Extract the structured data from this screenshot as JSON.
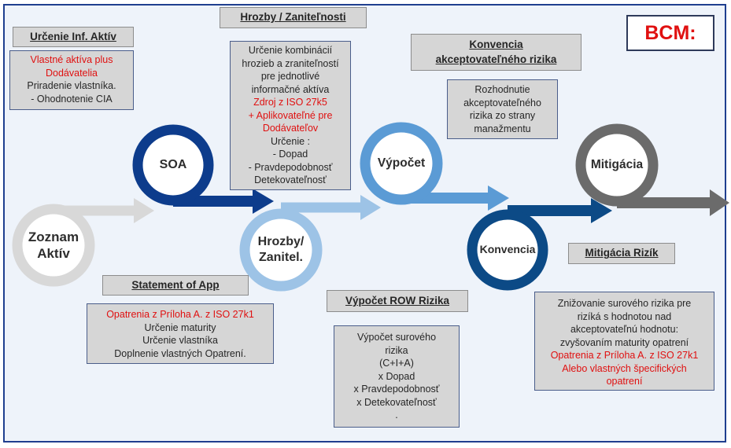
{
  "badge": "BCM:",
  "circles": {
    "zoznam": "Zoznam\nAktív",
    "soa": "SOA",
    "hrozby": "Hrozby/\nZanitel.",
    "vypocet": "Výpočet",
    "konvencia": "Konvencia",
    "mitigacia": "Mitigácia"
  },
  "boxes": {
    "urcenie": {
      "title": "Určenie Inf. Aktív",
      "lines": [
        {
          "text": "Vlastné aktíva plus",
          "red": true
        },
        {
          "text": "Dodávatelia",
          "red": true
        },
        {
          "text": "Priradenie vlastníka."
        },
        {
          "text": "-    Ohodnotenie CIA"
        }
      ]
    },
    "hrozby": {
      "title": "Hrozby / Zaniteľnosti",
      "lines": [
        {
          "text": "Určenie kombinácií"
        },
        {
          "text": "hrozieb a zraniteľností"
        },
        {
          "text": "pre jednotlivé"
        },
        {
          "text": "informačné aktíva"
        },
        {
          "text": "Zdroj z ISO 27k5",
          "red": true
        },
        {
          "text": "+ Aplikovateľné pre",
          "red": true
        },
        {
          "text": "Dodávateľov",
          "red": true
        },
        {
          "text": "Určenie :"
        },
        {
          "text": "-    Dopad"
        },
        {
          "text": "-    Pravdepodobnosť"
        },
        {
          "text": "Detekovateľnosť"
        }
      ]
    },
    "konvencia": {
      "title": "Konvencia\nakceptovateľného rizika",
      "lines": [
        {
          "text": "Rozhodnutie"
        },
        {
          "text": "akceptovateľného"
        },
        {
          "text": "rizika zo strany"
        },
        {
          "text": "manažmentu"
        }
      ]
    },
    "statement": {
      "title": "Statement of App",
      "lines": [
        {
          "text": "Opatrenia z Príloha A. z ISO 27k1",
          "red": true
        },
        {
          "text": "Určenie maturity"
        },
        {
          "text": "Určenie vlastníka"
        },
        {
          "text": "Doplnenie vlastných  Opatrení."
        }
      ]
    },
    "vypocet": {
      "title": "Výpočet ROW Rizika",
      "lines": [
        {
          "text": "Výpočet surového"
        },
        {
          "text": "rizika"
        },
        {
          "text": "(C+I+A)"
        },
        {
          "text": "x Dopad"
        },
        {
          "text": "x Pravdepodobnosť"
        },
        {
          "text": "x Detekovateľnosť"
        },
        {
          "text": "."
        }
      ]
    },
    "mitigacia": {
      "title": "Mitigácia Rizík",
      "lines": [
        {
          "text": "Znižovanie surového rizika pre"
        },
        {
          "text": "rizíká s hodnotou nad"
        },
        {
          "text": "akceptovateľnú hodnotu:"
        },
        {
          "text": "zvyšovaním maturity opatrení"
        },
        {
          "text": "Opatrenia z Príloha A. z ISO 27k1",
          "red": true
        },
        {
          "text": "Alebo vlastných špecifických",
          "red": true
        },
        {
          "text": "opatrení",
          "red": true
        }
      ]
    }
  },
  "colors": {
    "light_gray": "#d8d8d8",
    "dark_navy": "#0d3c8c",
    "light_blue": "#9dc3e6",
    "mid_blue": "#5b9bd5",
    "navy": "#0c4a86",
    "dark_gray": "#6b6b6b",
    "red": "#e01010"
  }
}
